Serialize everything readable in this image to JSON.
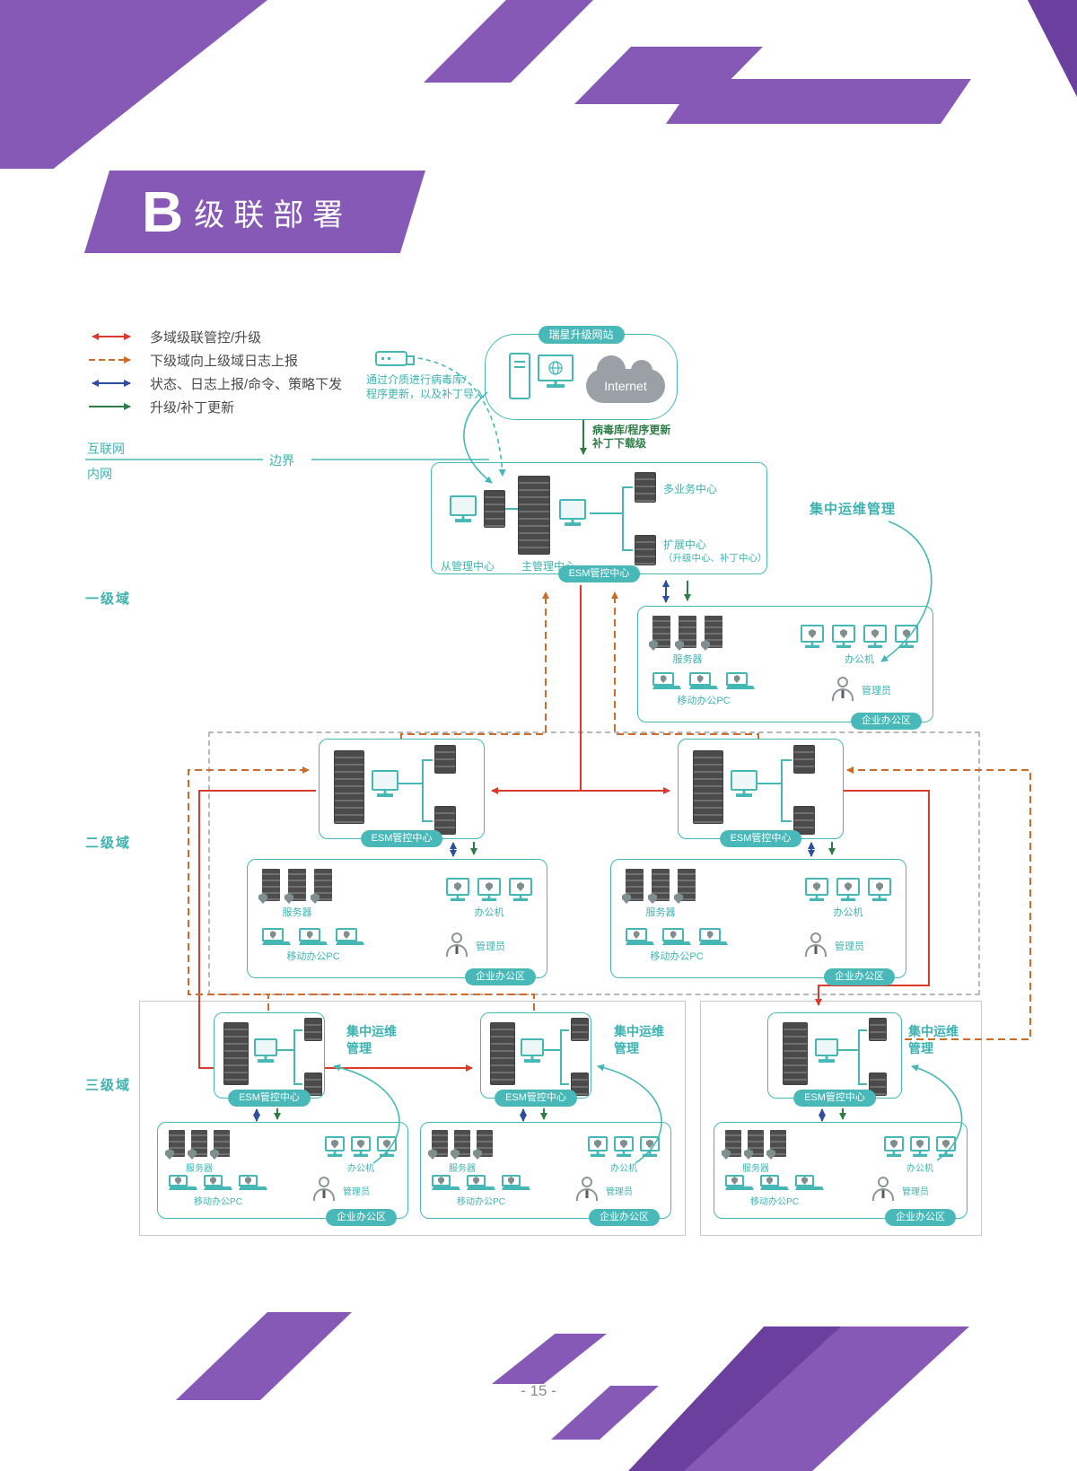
{
  "title": {
    "letter": "B",
    "text": "级联部署"
  },
  "legend": [
    {
      "label": "多域级联管控/升级"
    },
    {
      "label": "下级域向上级域日志上报"
    },
    {
      "label": "状态、日志上报/命令、策略下发"
    },
    {
      "label": "升级/补丁更新"
    }
  ],
  "colors": {
    "purple": "#8659b6",
    "purple_dark": "#6a3f9e",
    "teal": "#45b8b6",
    "red": "#dc3a2a",
    "orange": "#cf6b28",
    "blue": "#2c4e9d",
    "green": "#2e7d46"
  },
  "top": {
    "cloud_badge": "瑞星升级网站",
    "internet": "Internet",
    "usb_note_1": "通过介质进行病毒库/",
    "usb_note_2": "程序更新，以及补丁导入",
    "download_note_1": "病毒库/程序更新",
    "download_note_2": "补丁下载级"
  },
  "boundary": {
    "outside": "互联网",
    "inside": "内网",
    "label": "边界"
  },
  "esm": {
    "badge": "ESM管控中心",
    "slave": "从管理中心",
    "master": "主管理中心",
    "multi_business": "多业务中心",
    "extension_1": "扩展中心",
    "extension_2": "（升级中心、补丁中心）"
  },
  "ops": {
    "inline": "集中运维管理",
    "line1": "集中运维",
    "line2": "管理"
  },
  "domains": {
    "l1": "一级域",
    "l2": "二级域",
    "l3": "三级域"
  },
  "office": {
    "servers": "服务器",
    "pcs": "办公机",
    "mobile": "移动办公PC",
    "admin": "管理员",
    "badge": "企业办公区"
  },
  "footer": {
    "page": "- 15 -"
  }
}
